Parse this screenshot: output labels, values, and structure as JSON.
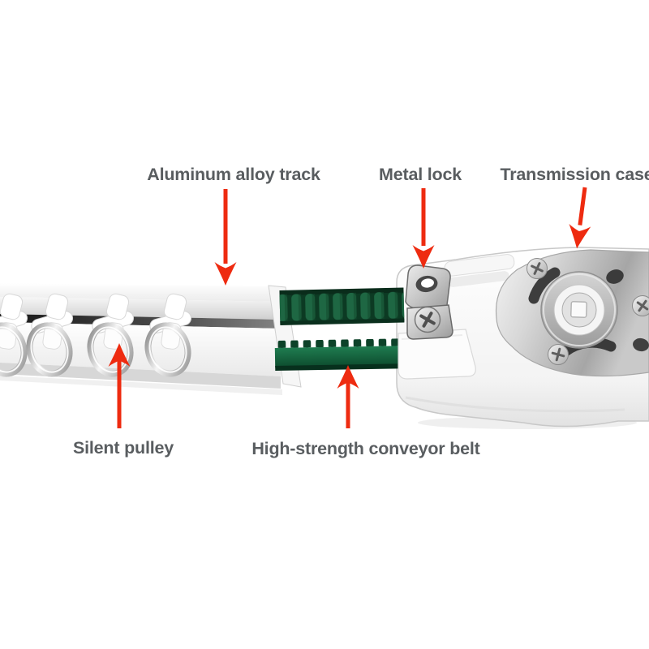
{
  "background": "#ffffff",
  "colors": {
    "arrow": "#ee2b10",
    "label_text": "#595d60",
    "belt_green": "#1e6743",
    "belt_dark": "#0c3a23",
    "belt_face_dark": "#0d4229"
  },
  "labels": {
    "aluminum_track": "Aluminum alloy track",
    "metal_lock": "Metal lock",
    "transmission_case": "Transmission case",
    "silent_pulley": "Silent pulley",
    "conveyor_belt": "High-strength conveyor belt"
  }
}
